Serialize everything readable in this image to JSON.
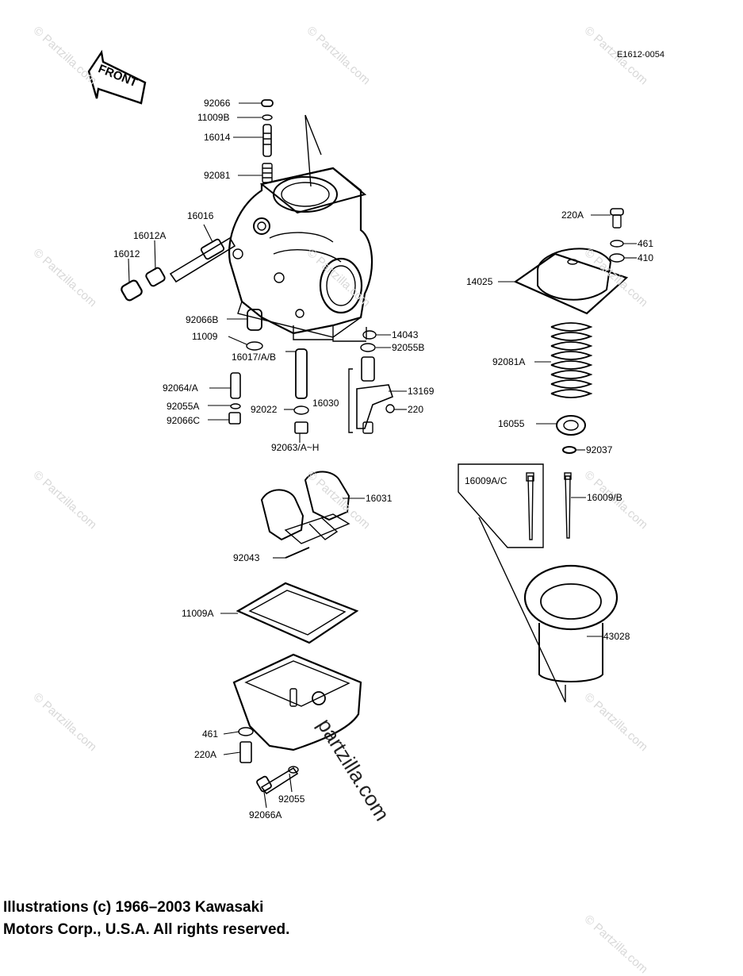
{
  "diagram_code": "E1612-0054",
  "front_label": "FRONT",
  "watermark_text": "© Partzilla.com",
  "watermark_main": "partzilla.com",
  "copyright": {
    "line1": "Illustrations (c) 1966–2003 Kawasaki",
    "line2": "Motors Corp., U.S.A.  All rights reserved."
  },
  "parts": [
    {
      "id": "p1",
      "label": "92066"
    },
    {
      "id": "p2",
      "label": "11009B"
    },
    {
      "id": "p3",
      "label": "16014"
    },
    {
      "id": "p4",
      "label": "92081"
    },
    {
      "id": "p5",
      "label": "16016"
    },
    {
      "id": "p6",
      "label": "16012A"
    },
    {
      "id": "p7",
      "label": "16012"
    },
    {
      "id": "p8",
      "label": "92066B"
    },
    {
      "id": "p9",
      "label": "11009"
    },
    {
      "id": "p10",
      "label": "16017/A/B"
    },
    {
      "id": "p11",
      "label": "92064/A"
    },
    {
      "id": "p12",
      "label": "92055A"
    },
    {
      "id": "p13",
      "label": "92066C"
    },
    {
      "id": "p14",
      "label": "92022"
    },
    {
      "id": "p15",
      "label": "16030"
    },
    {
      "id": "p16",
      "label": "92063/A~H"
    },
    {
      "id": "p17",
      "label": "14043"
    },
    {
      "id": "p18",
      "label": "92055B"
    },
    {
      "id": "p19",
      "label": "13169"
    },
    {
      "id": "p20",
      "label": "220"
    },
    {
      "id": "p21",
      "label": "220A"
    },
    {
      "id": "p22",
      "label": "461"
    },
    {
      "id": "p23",
      "label": "410"
    },
    {
      "id": "p24",
      "label": "14025"
    },
    {
      "id": "p25",
      "label": "92081A"
    },
    {
      "id": "p26",
      "label": "16055"
    },
    {
      "id": "p27",
      "label": "92037"
    },
    {
      "id": "p28",
      "label": "16009A/C"
    },
    {
      "id": "p29",
      "label": "16009/B"
    },
    {
      "id": "p30",
      "label": "16031"
    },
    {
      "id": "p31",
      "label": "92043"
    },
    {
      "id": "p32",
      "label": "11009A"
    },
    {
      "id": "p33",
      "label": "43028"
    },
    {
      "id": "p34",
      "label": "461"
    },
    {
      "id": "p35",
      "label": "220A"
    },
    {
      "id": "p36",
      "label": "92055"
    },
    {
      "id": "p37",
      "label": "92066A"
    }
  ]
}
